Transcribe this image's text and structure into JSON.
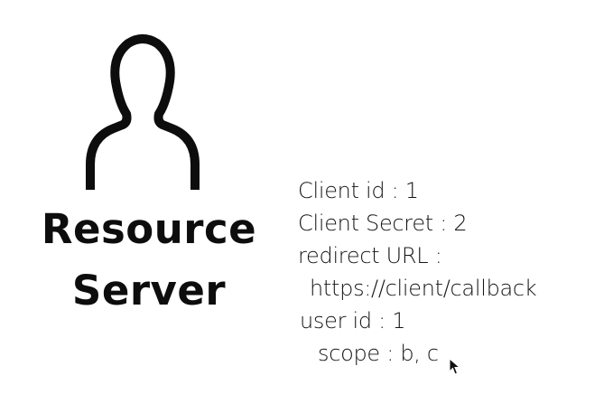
{
  "diagram": {
    "node": {
      "icon": "person-silhouette-icon",
      "title_line1": "Resource",
      "title_line2": "Server"
    },
    "info_lines": [
      "Client id : 1",
      "Client Secret : 2",
      "redirect URL :",
      "https://client/callback",
      "user id : 1",
      "scope : b, c"
    ],
    "cursor_icon": "mouse-pointer-icon"
  }
}
